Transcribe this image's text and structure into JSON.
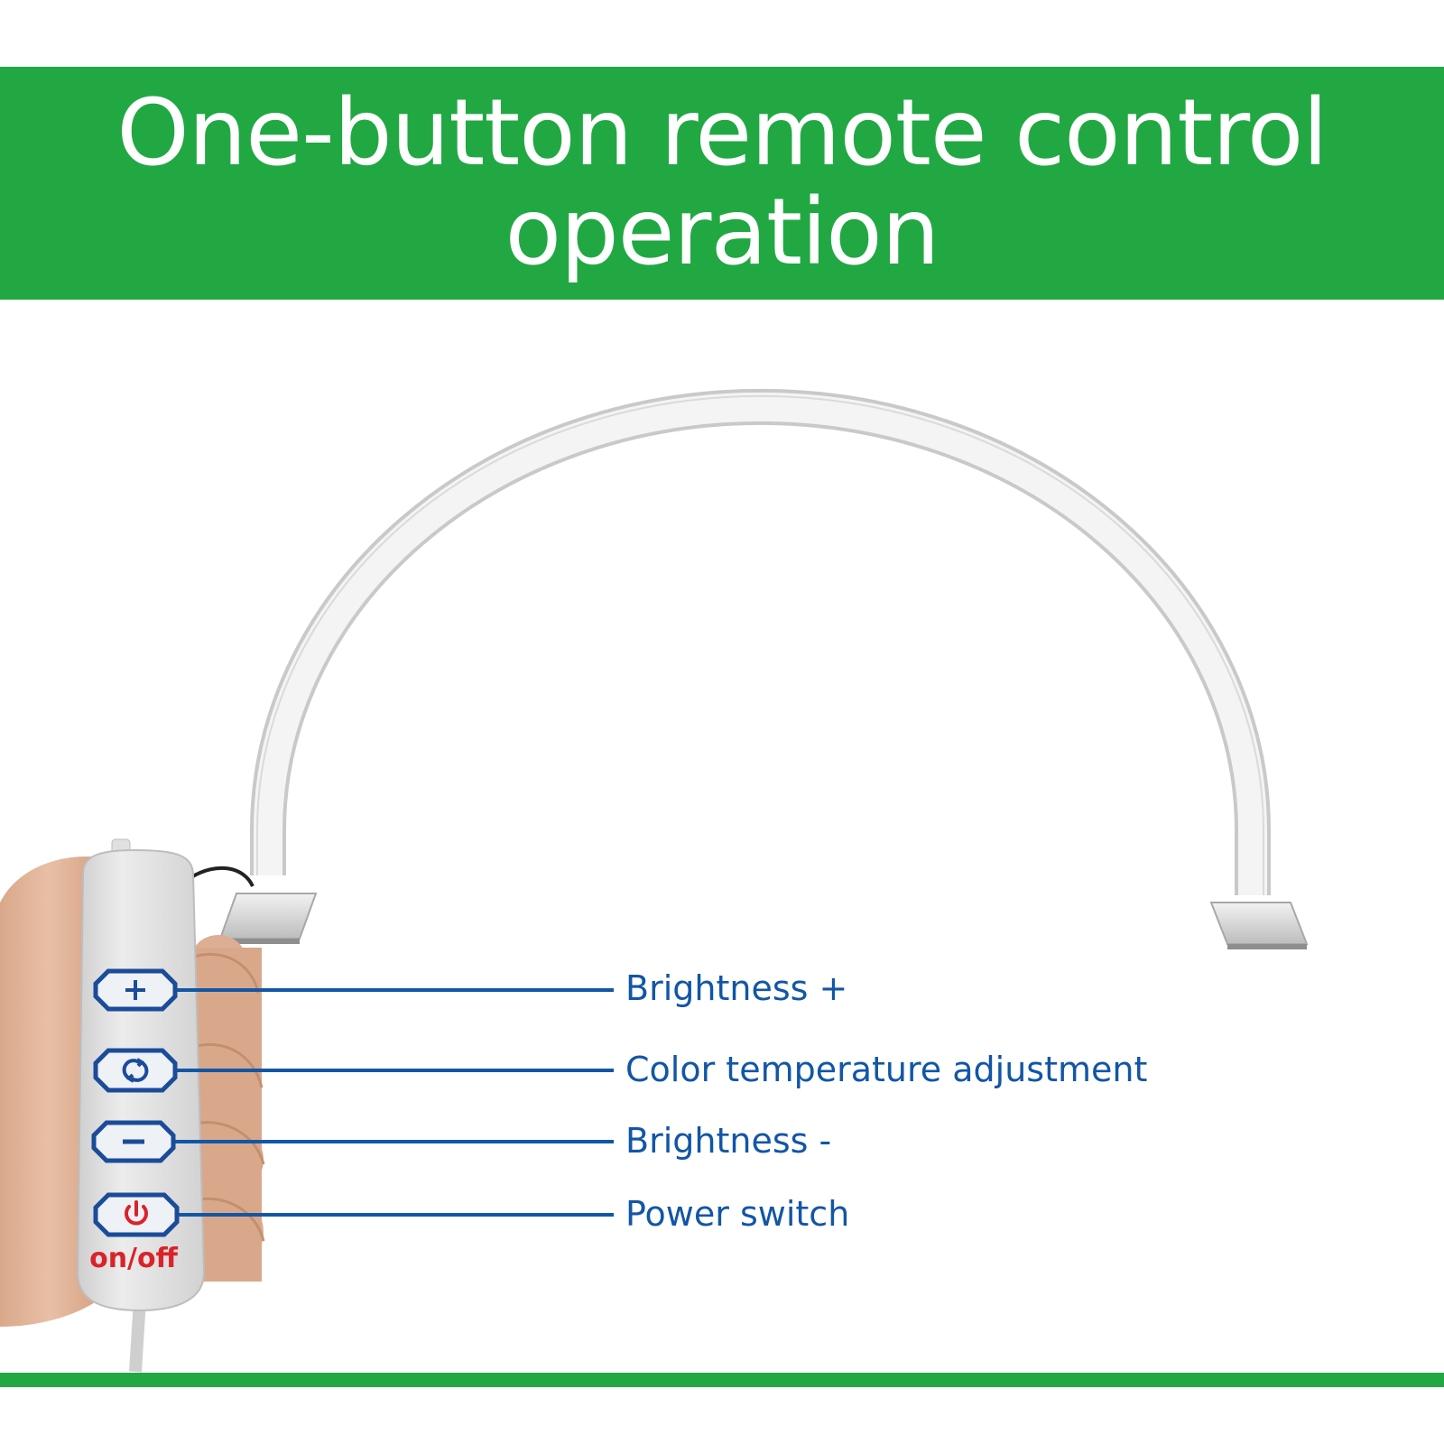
{
  "banner": {
    "line1": "One-button remote control",
    "line2": "operation"
  },
  "remote": {
    "buttons": [
      {
        "id": "plus",
        "symbol": "+",
        "icon": "plus-icon"
      },
      {
        "id": "color",
        "symbol": "",
        "icon": "refresh-icon"
      },
      {
        "id": "minus",
        "symbol": "−",
        "icon": "minus-icon"
      },
      {
        "id": "power",
        "symbol": "",
        "icon": "power-icon"
      }
    ],
    "onoff_label": "on/off"
  },
  "callouts": [
    {
      "label": "Brightness +"
    },
    {
      "label": "Color temperature adjustment"
    },
    {
      "label": "Brightness -"
    },
    {
      "label": "Power switch"
    }
  ],
  "colors": {
    "banner_green": "#21a843",
    "callout_blue": "#1256a6",
    "power_red": "#d9232a"
  }
}
